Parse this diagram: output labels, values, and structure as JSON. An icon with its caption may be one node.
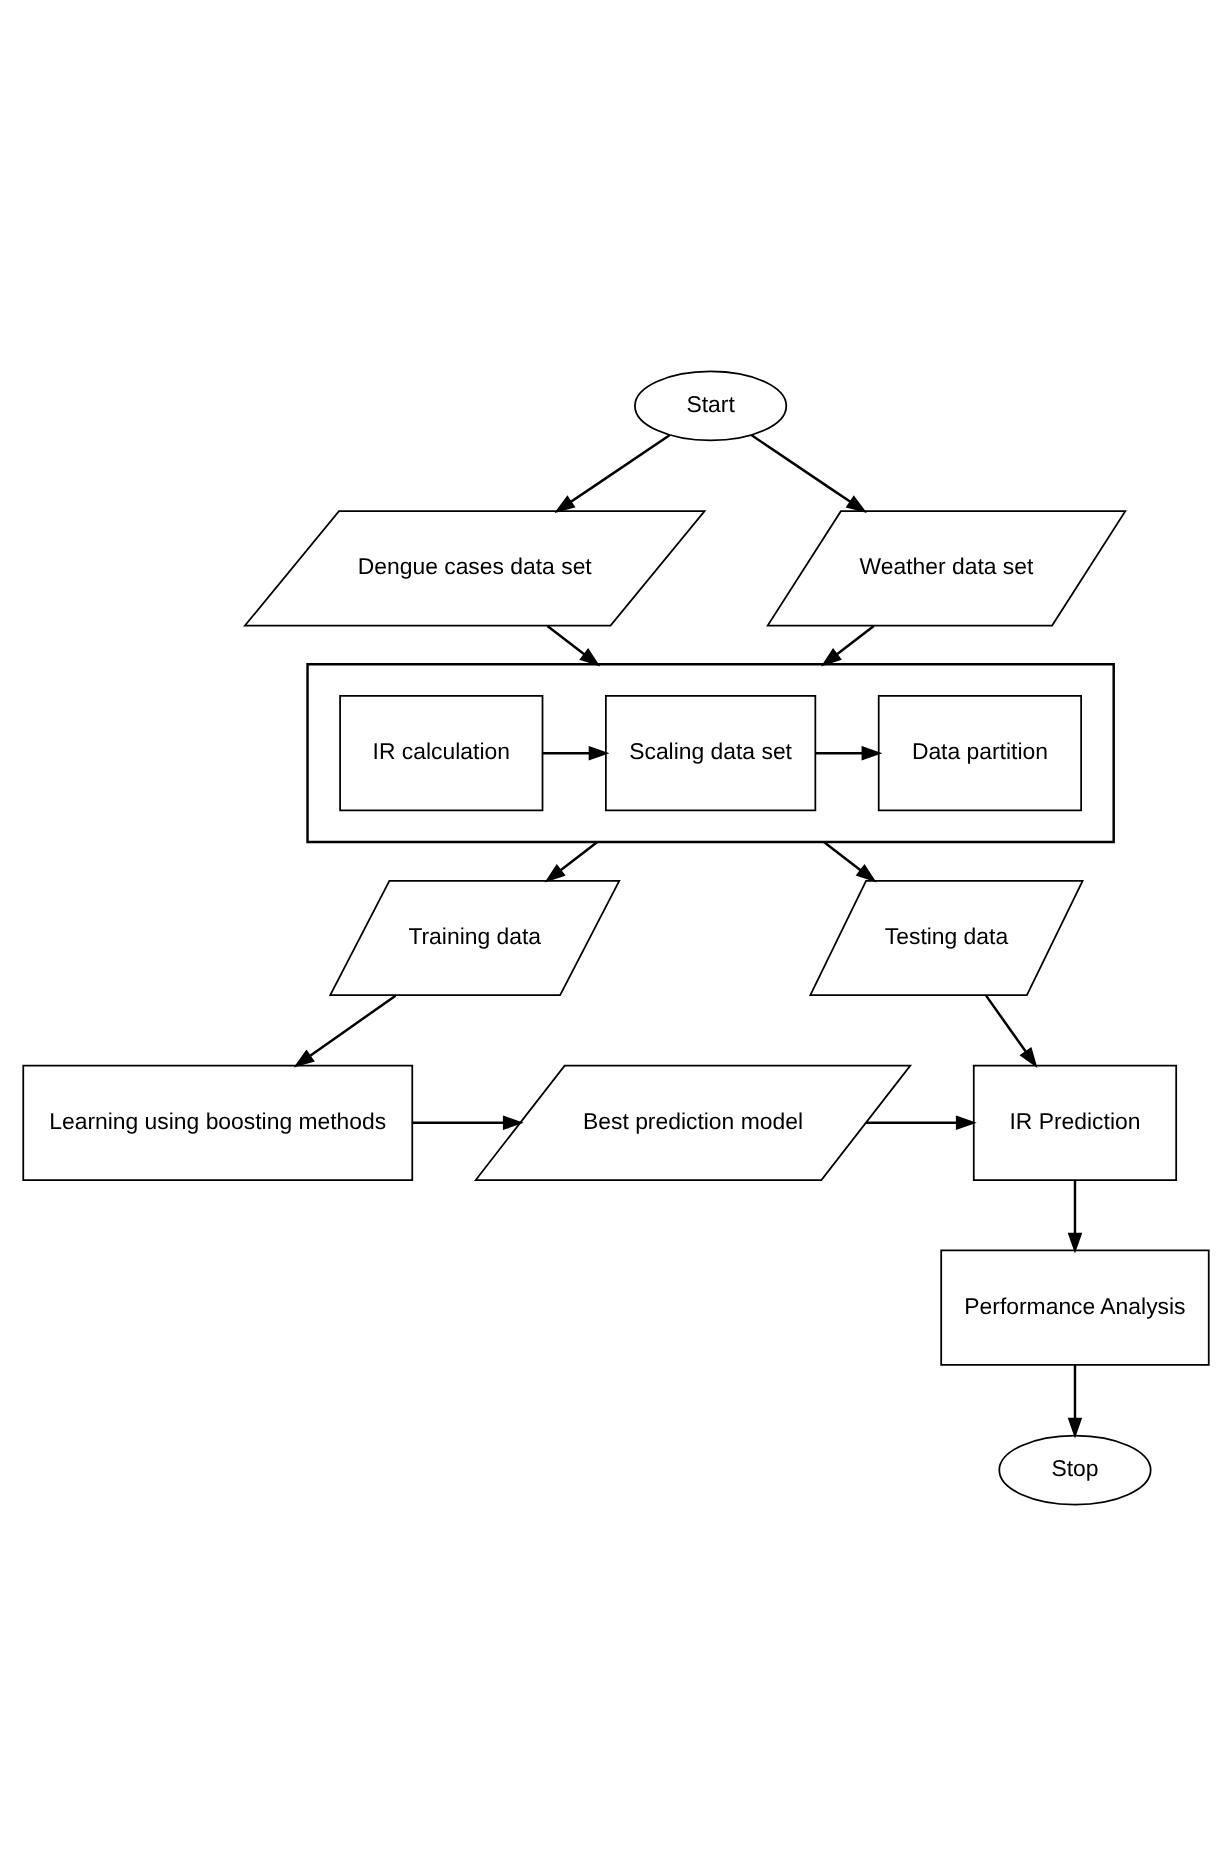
{
  "diagram": {
    "nodes": [
      {
        "text": [
          "Start"
        ]
      },
      {
        "text": [
          "Dengue cases data set"
        ]
      },
      {
        "text": [
          "Weather data set"
        ]
      },
      {
        "text": [],
        "shape": "box"
      },
      {
        "text": [
          "IR calculation"
        ],
        "in": 3
      },
      {
        "text": [
          "Scaling data set"
        ],
        "in": 3
      },
      {
        "text": [
          "Data partition"
        ],
        "in": 3
      },
      {
        "text": [
          "Training data"
        ]
      },
      {
        "text": [
          "Testing data"
        ]
      },
      {
        "text": [
          "Learning using boosting methods"
        ]
      },
      {
        "text": [
          "Best prediction model"
        ]
      },
      {
        "text": [
          "IR Prediction"
        ]
      },
      {
        "text": [
          "Performance Analysis"
        ]
      },
      {
        "text": [
          "Stop"
        ]
      }
    ],
    "edges": [
      {
        "from": 0,
        "to": 1,
        "arrow": "to"
      },
      {
        "from": 0,
        "to": 2,
        "arrow": "to"
      },
      {
        "from": 1,
        "to": 3,
        "arrow": "to"
      },
      {
        "from": 2,
        "to": 3,
        "arrow": "to"
      },
      {
        "from": 4,
        "to": 5,
        "arrow": "to"
      },
      {
        "from": 5,
        "to": 6,
        "arrow": "to"
      },
      {
        "from": 3,
        "to": 7,
        "arrow": "to"
      },
      {
        "from": 3,
        "to": 8,
        "arrow": "to"
      },
      {
        "from": 7,
        "to": 9,
        "arrow": "to"
      },
      {
        "from": 8,
        "to": 11,
        "arrow": "to"
      },
      {
        "from": 9,
        "to": 10,
        "arrow": "to"
      },
      {
        "from": 10,
        "to": 11,
        "arrow": "to"
      },
      {
        "from": 11,
        "to": 12,
        "arrow": "to"
      },
      {
        "from": 12,
        "to": 13,
        "arrow": "to"
      }
    ]
  }
}
